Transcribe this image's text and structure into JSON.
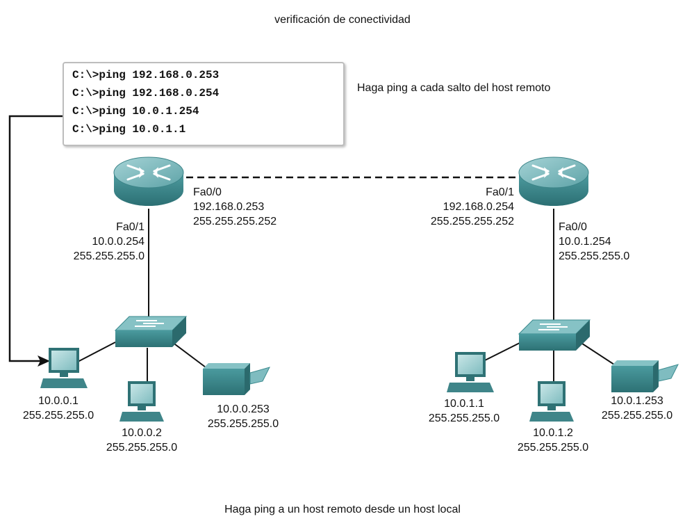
{
  "title": "verificación de conectividad",
  "caption": "Haga ping a un host remoto desde un host local",
  "commands": [
    "C:\\>ping 192.168.0.253",
    "C:\\>ping 192.168.0.254",
    "C:\\>ping 10.0.1.254",
    "C:\\>ping 10.0.1.1"
  ],
  "note": "Haga ping a cada salto del host remoto",
  "router_left": {
    "wan": {
      "iface": "Fa0/0",
      "ip": "192.168.0.253",
      "mask": "255.255.255.252"
    },
    "lan": {
      "iface": "Fa0/1",
      "ip": "10.0.0.254",
      "mask": "255.255.255.0"
    }
  },
  "router_right": {
    "wan": {
      "iface": "Fa0/1",
      "ip": "192.168.0.254",
      "mask": "255.255.255.252"
    },
    "lan": {
      "iface": "Fa0/0",
      "ip": "10.0.1.254",
      "mask": "255.255.255.0"
    }
  },
  "hosts_left": [
    {
      "ip": "10.0.0.1",
      "mask": "255.255.255.0"
    },
    {
      "ip": "10.0.0.2",
      "mask": "255.255.255.0"
    },
    {
      "ip": "10.0.0.253",
      "mask": "255.255.255.0"
    }
  ],
  "hosts_right": [
    {
      "ip": "10.0.1.1",
      "mask": "255.255.255.0"
    },
    {
      "ip": "10.0.1.2",
      "mask": "255.255.255.0"
    },
    {
      "ip": "10.0.1.253",
      "mask": "255.255.255.0"
    }
  ],
  "colors": {
    "device": "#3a8a8e",
    "device_top": "#7fbcc0",
    "screen": "#a8d4d6"
  }
}
